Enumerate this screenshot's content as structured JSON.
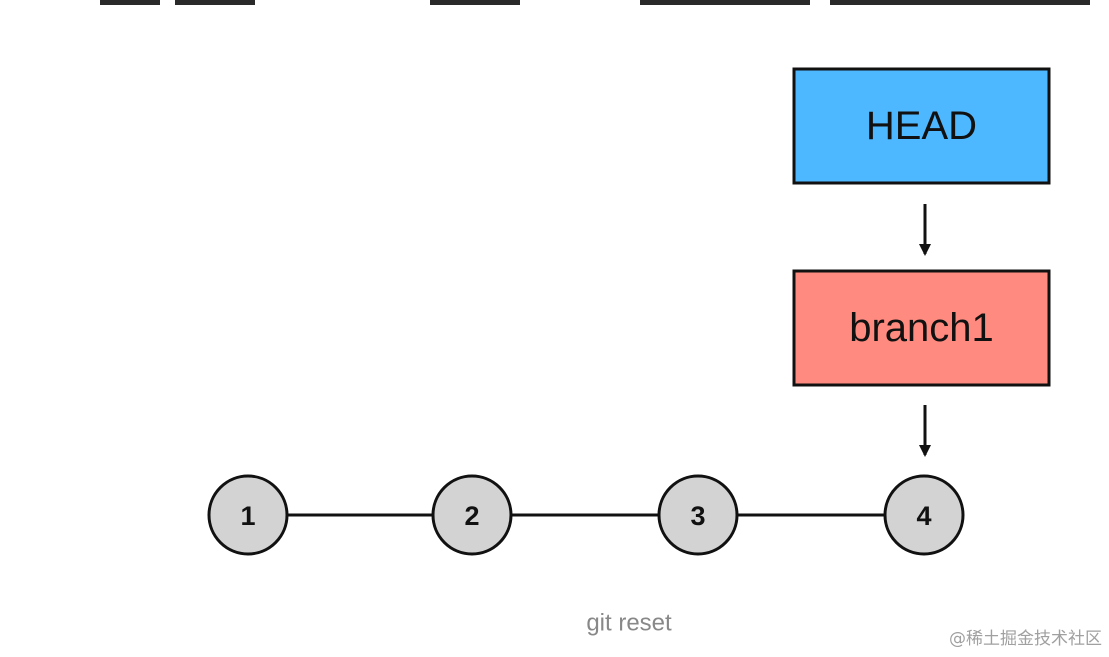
{
  "head": {
    "label": "HEAD",
    "fill": "#4db8ff"
  },
  "branch": {
    "label": "branch1",
    "fill": "#ff8a7f"
  },
  "commits": [
    {
      "label": "1"
    },
    {
      "label": "2"
    },
    {
      "label": "3"
    },
    {
      "label": "4"
    }
  ],
  "commit_fill": "#d3d3d3",
  "caption": "git reset",
  "watermark": "@稀土掘金技术社区"
}
